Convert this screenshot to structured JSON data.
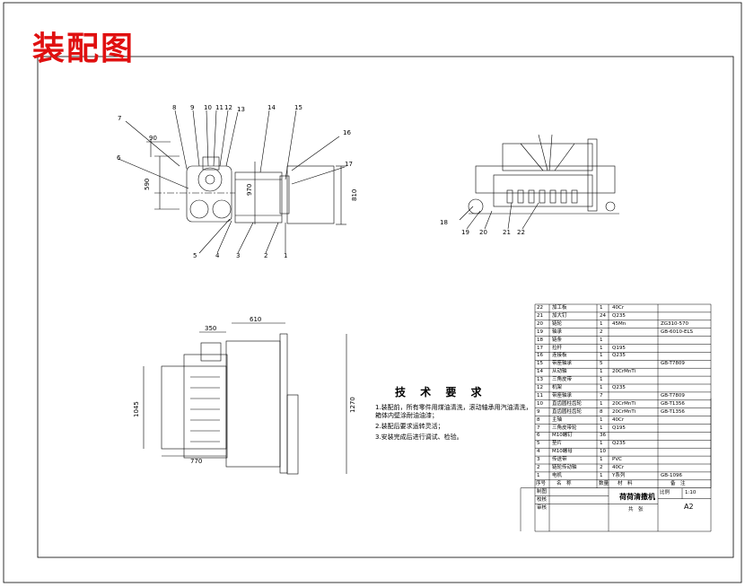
{
  "title": "装配图",
  "views": {
    "front_callouts": [
      "1",
      "2",
      "3",
      "4",
      "5",
      "6",
      "7",
      "8",
      "9",
      "10",
      "11",
      "12",
      "13",
      "14",
      "15",
      "16",
      "17"
    ],
    "front_dims": [
      "90",
      "590",
      "810",
      "970"
    ],
    "side_callouts": [
      "18",
      "19",
      "20",
      "21",
      "22"
    ],
    "top_dims": [
      "350",
      "610",
      "1045",
      "1270",
      "770"
    ]
  },
  "requirements": {
    "title": "技 术 要 求",
    "items": [
      "1.装配前，所有零件用煤油清洗，滚动轴承用汽油清洗，",
      "  箱体内壁涂耐油油漆；",
      "2.装配后要求运转灵活；",
      "3.安装完成后进行调试、检验。"
    ]
  },
  "bom": {
    "rows": [
      {
        "no": "22",
        "name": "加工板",
        "qty": "1",
        "material": "40Cr",
        "std": ""
      },
      {
        "no": "21",
        "name": "加大钉",
        "qty": "24",
        "material": "Q235",
        "std": ""
      },
      {
        "no": "20",
        "name": "链轮",
        "qty": "1",
        "material": "45Mn",
        "std": "ZG310-570"
      },
      {
        "no": "19",
        "name": "轴承",
        "qty": "2",
        "material": "",
        "std": "GB-6010-ELS"
      },
      {
        "no": "18",
        "name": "链条",
        "qty": "1",
        "material": "",
        "std": ""
      },
      {
        "no": "17",
        "name": "拉杆",
        "qty": "1",
        "material": "Q195",
        "std": ""
      },
      {
        "no": "16",
        "name": "连接板",
        "qty": "1",
        "material": "Q235",
        "std": ""
      },
      {
        "no": "15",
        "name": "带座轴承",
        "qty": "5",
        "material": "",
        "std": "GB-T7809"
      },
      {
        "no": "14",
        "name": "从动轴",
        "qty": "1",
        "material": "20CrMnTi",
        "std": ""
      },
      {
        "no": "13",
        "name": "三角皮带",
        "qty": "1",
        "material": "",
        "std": ""
      },
      {
        "no": "12",
        "name": "机架",
        "qty": "1",
        "material": "Q235",
        "std": ""
      },
      {
        "no": "11",
        "name": "带座轴承",
        "qty": "7",
        "material": "",
        "std": "GB-T7809"
      },
      {
        "no": "10",
        "name": "直齿圆柱齿轮",
        "qty": "1",
        "material": "20CrMnTi",
        "std": "GB-T1356"
      },
      {
        "no": "9",
        "name": "直齿圆柱齿轮",
        "qty": "8",
        "material": "20CrMnTi",
        "std": "GB-T1356"
      },
      {
        "no": "8",
        "name": "主轴",
        "qty": "1",
        "material": "40Cr",
        "std": ""
      },
      {
        "no": "7",
        "name": "三角皮带轮",
        "qty": "1",
        "material": "Q195",
        "std": ""
      },
      {
        "no": "6",
        "name": "M10螺钉",
        "qty": "36",
        "material": "",
        "std": ""
      },
      {
        "no": "5",
        "name": "垫片",
        "qty": "1",
        "material": "Q235",
        "std": ""
      },
      {
        "no": "4",
        "name": "M10螺母",
        "qty": "10",
        "material": "",
        "std": ""
      },
      {
        "no": "3",
        "name": "传送带",
        "qty": "1",
        "material": "PVC",
        "std": ""
      },
      {
        "no": "2",
        "name": "链轮传动轴",
        "qty": "2",
        "material": "40Cr",
        "std": ""
      },
      {
        "no": "1",
        "name": "电机",
        "qty": "1",
        "material": "Y系列",
        "std": "GB-1096"
      }
    ],
    "header": {
      "no": "序号",
      "name": "名　称",
      "qty": "数量",
      "material": "材　料",
      "std": "备　注"
    },
    "labels": {
      "drawn": "制图",
      "checked": "校核",
      "approved": "审核",
      "product": "荷荷清撒机",
      "scale_label": "比例",
      "scale": "1:10",
      "sheet": "A2",
      "company": "共　张"
    }
  },
  "colors": {
    "title": "#e01010",
    "line": "#000000"
  }
}
